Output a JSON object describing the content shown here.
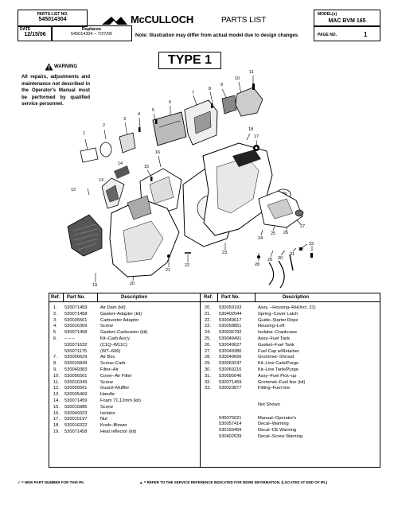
{
  "header": {
    "parts_list_label": "PARTS LIST NO.",
    "parts_list_no": "545014304",
    "date_label": "DATE",
    "date": "12/15/06",
    "replaces_label": "Replaces",
    "replaces": "545014304 – 7/27/06",
    "brand": "McCULLOCH",
    "title": "PARTS LIST",
    "note": "Note: Illustration may differ from actual model due to design changes",
    "model_label": "MODEL(s)",
    "model": "MAC BVM 165",
    "page_label": "PAGE NO.",
    "page_no": "1"
  },
  "type_banner": "TYPE 1",
  "warning": {
    "heading": "WARNING",
    "text": "All repairs, adjustments and maintenance not described in the Operator's Manual must be performed by qualified service personnel."
  },
  "callouts": [
    "1",
    "2",
    "3",
    "4",
    "5",
    "6",
    "7",
    "8",
    "9",
    "10",
    "11",
    "12",
    "13",
    "14",
    "15",
    "16",
    "17",
    "18",
    "19",
    "20",
    "21",
    "22",
    "23",
    "24",
    "25",
    "26",
    "27",
    "28",
    "29",
    "30",
    "31",
    "32",
    "33"
  ],
  "table": {
    "headers": [
      "Ref.",
      "Part No.",
      "Description",
      "Ref.",
      "Part No.",
      "Description"
    ],
    "left": [
      {
        "ref": "1.",
        "part": "530071459",
        "desc": "Air Dam (kit)"
      },
      {
        "ref": "2.",
        "part": "530071458",
        "desc": "Gasket–Adapter (kit)"
      },
      {
        "ref": "3.",
        "part": "530035561",
        "desc": "Carburetor Adaptor"
      },
      {
        "ref": "4.",
        "part": "530016309",
        "desc": "Screw"
      },
      {
        "ref": "5.",
        "part": "530071458",
        "desc": "Gasket–Carburetor (kit)"
      },
      {
        "ref": "6.",
        "part": "– – –",
        "desc": "Kit–Carb Ass'y."
      },
      {
        "ref": "",
        "part": "530071632",
        "desc": "(C1Q–W11C)"
      },
      {
        "ref": "",
        "part": "530071175",
        "desc": "(WT–606)"
      },
      {
        "ref": "7.",
        "part": "530056629",
        "desc": "Air Box"
      },
      {
        "ref": "8.",
        "part": "530015849",
        "desc": "Screw–Carb."
      },
      {
        "ref": "9.",
        "part": "530049383",
        "desc": "Filter–Air"
      },
      {
        "ref": "10.",
        "part": "530056561",
        "desc": "Cover–Air Filter"
      },
      {
        "ref": "11.",
        "part": "530016349",
        "desc": "Screw"
      },
      {
        "ref": "12.",
        "part": "530056561",
        "desc": "Guard–Muffler"
      },
      {
        "ref": "13.",
        "part": "530035469",
        "desc": "Handle"
      },
      {
        "ref": "14.",
        "part": "530071459",
        "desc": "Foam 71,12mm (kit)"
      },
      {
        "ref": "15.",
        "part": "530015886",
        "desc": "Screw"
      },
      {
        "ref": "16.",
        "part": "530049323",
        "desc": "Isolator"
      },
      {
        "ref": "17.",
        "part": "530015197",
        "desc": "Nut"
      },
      {
        "ref": "18.",
        "part": "530016322",
        "desc": "Knob–Blower"
      },
      {
        "ref": "19.",
        "part": "530071458",
        "desc": "Heat reflector (kit)"
      }
    ],
    "right": [
      {
        "ref": "20.",
        "part": "530059193",
        "desc": "Assy. –Housing–RH(Incl. 21)"
      },
      {
        "ref": "21.",
        "part": "530402044",
        "desc": "Spring–Cover Latch"
      },
      {
        "ref": "22.",
        "part": "530049617",
        "desc": "Guide–Starter Rope"
      },
      {
        "ref": "23.",
        "part": "530058851",
        "desc": "Housing–Left"
      },
      {
        "ref": "24.",
        "part": "530036792",
        "desc": "Isolator–Crankcase"
      },
      {
        "ref": "25.",
        "part": "530049491",
        "desc": "Assy–Fuel Tank"
      },
      {
        "ref": "26.",
        "part": "530049627",
        "desc": "Gasket–Fuel Tank"
      },
      {
        "ref": "27.",
        "part": "530049386",
        "desc": "Fuel Cap w/Retainer"
      },
      {
        "ref": "28.",
        "part": "530049656",
        "desc": "Grommet–Shroud"
      },
      {
        "ref": "29.",
        "part": "530069247",
        "desc": "Kit–Line Carb/Purge"
      },
      {
        "ref": "30.",
        "part": "530069216",
        "desc": "Kit–Line Tank/Purge"
      },
      {
        "ref": "31.",
        "part": "530095646",
        "desc": "Assy–Fuel Pick–up"
      },
      {
        "ref": "32.",
        "part": "530071459",
        "desc": "Grommet–Fuel line (kit)"
      },
      {
        "ref": "33.",
        "part": "530023877",
        "desc": "Fitting–Fuel line"
      }
    ],
    "not_shown_label": "Not Shown",
    "not_shown": [
      {
        "part": "545076621",
        "desc": "Manual–Operator's"
      },
      {
        "part": "530057414",
        "desc": "Decal–Warning"
      },
      {
        "part": "530150459",
        "desc": "Decal–CE Warning"
      },
      {
        "part": "530402639",
        "desc": "Decal–Screw Warning"
      }
    ]
  },
  "footer": {
    "new_part": "= NEW PART NUMBER FOR THIS IPL",
    "service_ref": "= REFER TO THE SERVICE REFERENCE INDICATED FOR MORE INFORMATION. (LOCATED AT END OF IPL)"
  }
}
